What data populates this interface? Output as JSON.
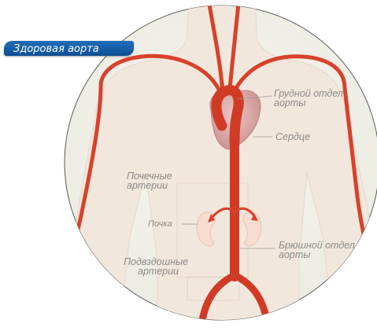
{
  "title": "Здоровая аорта",
  "labels": {
    "thoracic_aorta": [
      "Грудной отдел",
      "аорты"
    ],
    "heart": "Сердце",
    "renal_arteries": [
      "Почечные",
      "артерии"
    ],
    "kidney": "Почка",
    "abdominal_aorta": [
      "Брюшной отдел",
      "аорты"
    ],
    "iliac_arteries": [
      "Подвздошные",
      "артерии"
    ]
  },
  "colors": {
    "artery": "#d8412b",
    "artery_dark": "#b8301f",
    "heart": "#d9a7a4",
    "kidney": "#f3d8c9",
    "body": "#f1e6db",
    "circle_bg": "#f4f3ec",
    "badge": "#1565b0",
    "label_text": "#8a8a8a"
  }
}
